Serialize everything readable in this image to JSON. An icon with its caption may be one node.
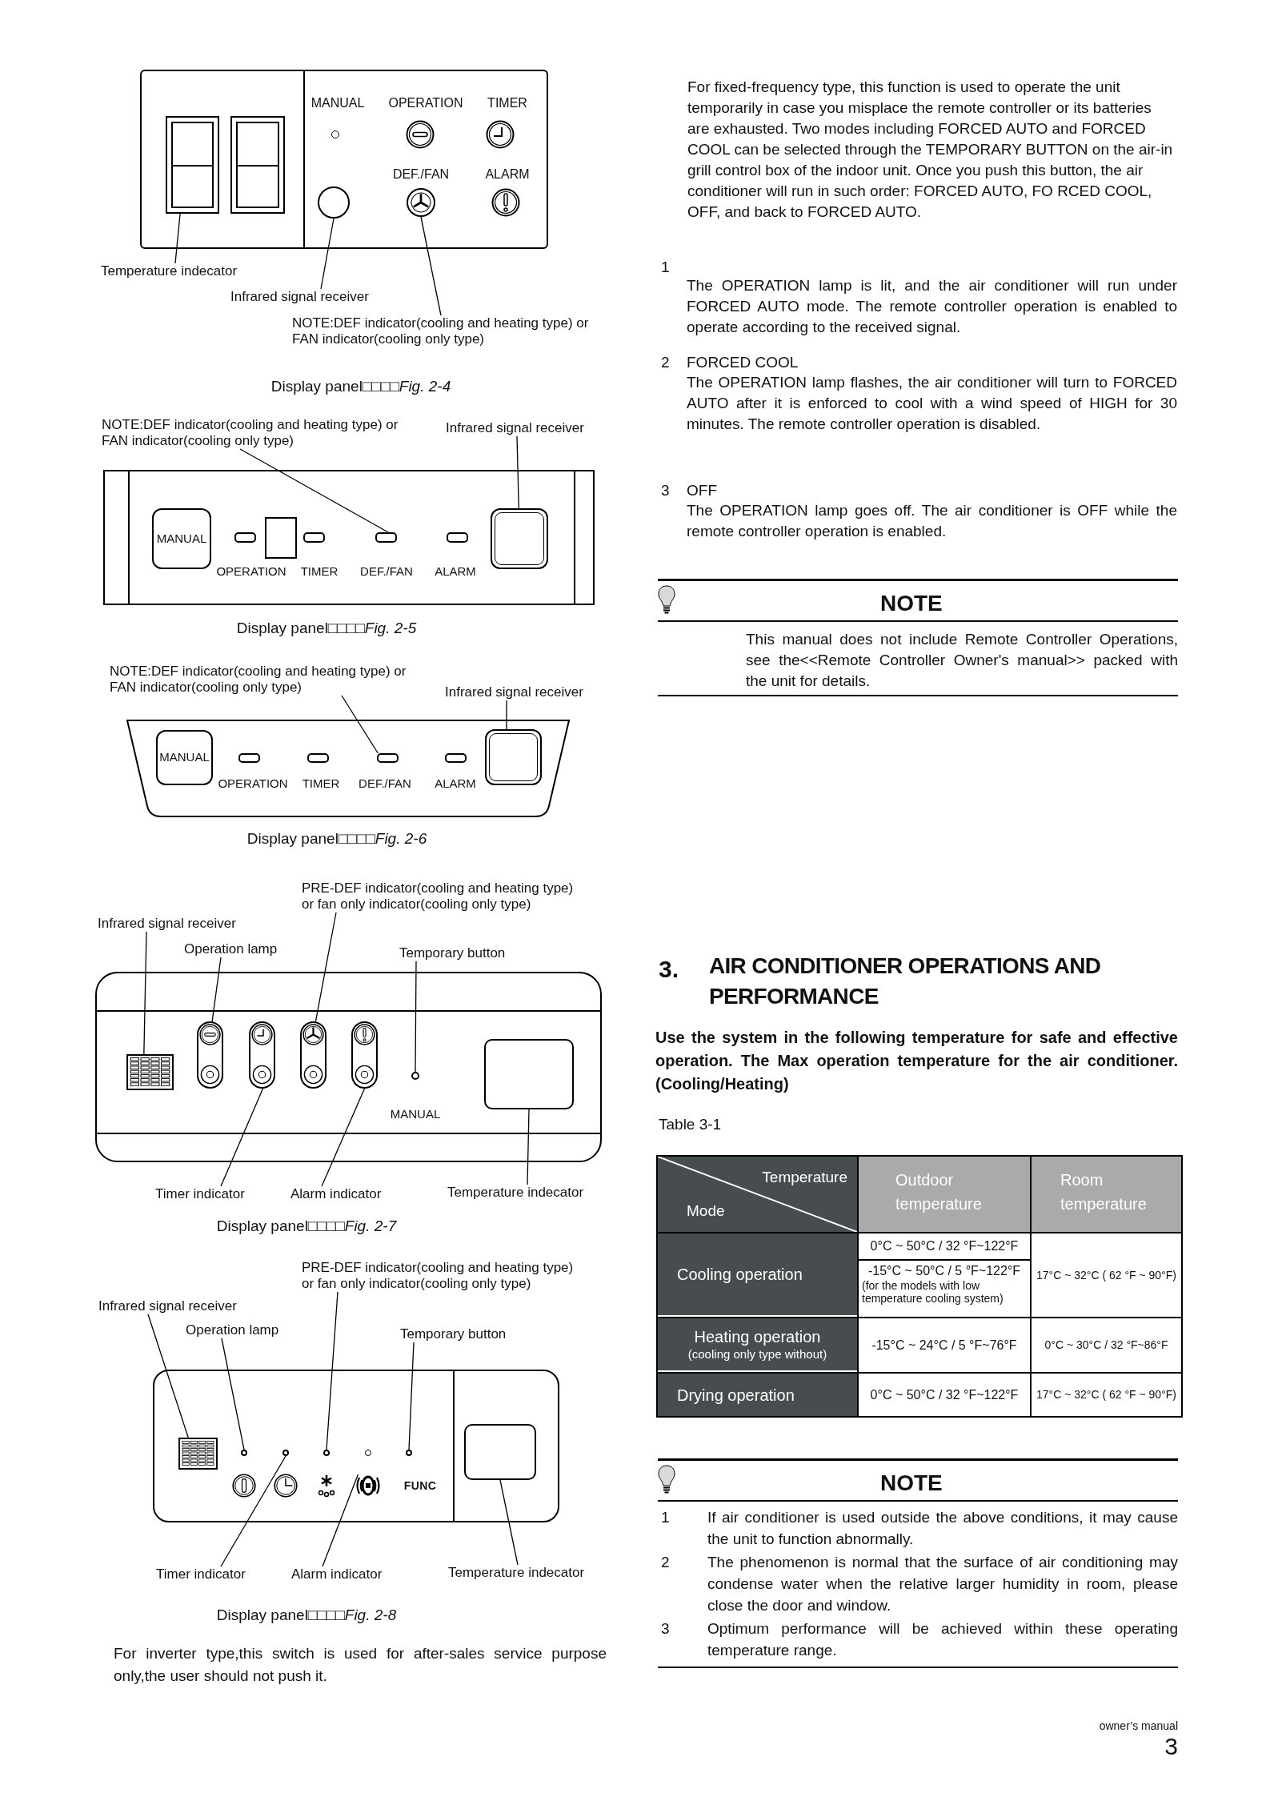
{
  "diagram": {
    "nodes": [
      {
        "text": [
          "MANUAL",
          "OPERATION",
          "TIMER",
          "DEF./FAN",
          "ALARM"
        ]
      },
      {
        "text": [],
        "shape": "box",
        "in": 0
      },
      {
        "text": [],
        "shape": "circle",
        "in": 0
      },
      {
        "text": [],
        "shape": "circle",
        "in": 0
      },
      {
        "text": [
          "Temperature indecator"
        ]
      },
      {
        "text": [
          "Infrared signal receiver"
        ]
      },
      {
        "text": [
          "NOTE:DEF indicator(cooling and heating type) or FAN indicator(cooling only type)"
        ]
      },
      {
        "text": [
          "OPERATION",
          "TIMER",
          "DEF./FAN",
          "ALARM"
        ]
      },
      {
        "text": [
          "MANUAL"
        ],
        "in": 7
      },
      {
        "text": [],
        "shape": "bar",
        "in": 7
      },
      {
        "text": [],
        "shape": "box",
        "in": 7
      },
      {
        "text": [
          "NOTE:DEF indicator(cooling and heating type) or FAN indicator(cooling only type)"
        ]
      },
      {
        "text": [
          "Infrared signal receiver"
        ]
      },
      {
        "text": [
          "OPERATION",
          "TIMER",
          "DEF./FAN",
          "ALARM"
        ]
      },
      {
        "text": [
          "MANUAL"
        ],
        "in": 13
      },
      {
        "text": [],
        "shape": "bar",
        "in": 13
      },
      {
        "text": [],
        "shape": "box",
        "in": 13
      },
      {
        "text": [
          "NOTE:DEF indicator(cooling and heating type) or FAN indicator(cooling only type)"
        ]
      },
      {
        "text": [
          "Infrared signal receiver"
        ]
      },
      {
        "text": [
          "MANUAL"
        ]
      },
      {
        "text": [],
        "shape": "box",
        "in": 19
      },
      {
        "text": [],
        "shape": "box",
        "in": 19
      },
      {
        "text": [],
        "shape": "box",
        "in": 19
      },
      {
        "text": [],
        "shape": "box",
        "in": 19
      },
      {
        "text": [],
        "shape": "box",
        "in": 19
      },
      {
        "text": [],
        "shape": "circle",
        "in": 19
      },
      {
        "text": [],
        "shape": "box",
        "in": 19
      },
      {
        "text": [
          "Infrared signal receiver"
        ]
      },
      {
        "text": [
          "Operation lamp"
        ]
      },
      {
        "text": [
          "PRE-DEF indicator(cooling and heating type) or fan only indicator(cooling only type)"
        ]
      },
      {
        "text": [
          "Temporary button"
        ]
      },
      {
        "text": [
          "Timer indicator"
        ]
      },
      {
        "text": [
          "Alarm indicator"
        ]
      },
      {
        "text": [
          "Temperature indecator"
        ]
      },
      {
        "text": [
          "FUNC"
        ]
      },
      {
        "text": [],
        "shape": "box",
        "in": 34
      },
      {
        "text": [],
        "shape": "circle",
        "in": 34
      },
      {
        "text": [],
        "shape": "circle",
        "in": 34
      },
      {
        "text": [],
        "shape": "circle",
        "in": 34
      },
      {
        "text": [],
        "shape": "picture",
        "in": 34
      },
      {
        "text": [],
        "shape": "circle",
        "in": 34
      },
      {
        "text": [],
        "shape": "box",
        "in": 34
      },
      {
        "text": [
          "Infrared signal receiver"
        ]
      },
      {
        "text": [
          "Operation lamp"
        ]
      },
      {
        "text": [
          "PRE-DEF indicator(cooling and heating type) or fan only indicator(cooling only type)"
        ]
      },
      {
        "text": [
          "Temporary button"
        ]
      },
      {
        "text": [
          "Timer indicator"
        ]
      },
      {
        "text": [
          "Alarm indicator"
        ]
      },
      {
        "text": [
          "Temperature indecator"
        ]
      },
      {
        "text": [],
        "shape": "box",
        "in": 0
      }
    ],
    "edges": [
      {
        "from": 4,
        "to": 1,
        "arrow": "none"
      },
      {
        "from": 5,
        "to": 2,
        "arrow": "none"
      },
      {
        "from": 6,
        "to": 3,
        "arrow": "none"
      },
      {
        "from": 11,
        "to": 9,
        "arrow": "none"
      },
      {
        "from": 12,
        "to": 10,
        "arrow": "none"
      },
      {
        "from": 17,
        "to": 15,
        "arrow": "none"
      },
      {
        "from": 18,
        "to": 16,
        "arrow": "none"
      },
      {
        "from": 27,
        "to": 20,
        "arrow": "none"
      },
      {
        "from": 28,
        "to": 21,
        "arrow": "none"
      },
      {
        "from": 29,
        "to": 23,
        "arrow": "none"
      },
      {
        "from": 30,
        "to": 25,
        "arrow": "none"
      },
      {
        "from": 31,
        "to": 22,
        "arrow": "none"
      },
      {
        "from": 32,
        "to": 24,
        "arrow": "none"
      },
      {
        "from": 33,
        "to": 26,
        "arrow": "none"
      },
      {
        "from": 42,
        "to": 35,
        "arrow": "none"
      },
      {
        "from": 43,
        "to": 36,
        "arrow": "none"
      },
      {
        "from": 44,
        "to": 38,
        "arrow": "none"
      },
      {
        "from": 45,
        "to": 40,
        "arrow": "none"
      },
      {
        "from": 46,
        "to": 37,
        "arrow": "none"
      },
      {
        "from": 47,
        "to": 39,
        "arrow": "none"
      },
      {
        "from": 48,
        "to": 41,
        "arrow": "none"
      }
    ],
    "labels": [
      "For inverter type,this switch is used for after-sales service purpose only,the user should not push it.",
      "For fixed-frequency type, this function is used to operate the unit temporarily in case you misplace the remote controller or its batteries are exhausted. Two modes including FORCED AUTO and FORCED COOL can be selected through the TEMPORARY BUTTON on the air-in grill control box of the indoor unit. Once you push this button, the air conditioner will run in such order: FORCED AUTO, FO RCED COOL, OFF, and back to FORCED AUTO.",
      "1",
      "The OPERATION lamp is lit, and the air conditioner will run under FORCED AUTO mode. The remote controller operation is enabled to operate according to the received signal.",
      "2",
      "FORCED COOL",
      "The OPERATION lamp flashes, the air conditioner will turn to FORCED AUTO after it is enforced to cool with a wind speed of HIGH for 30 minutes. The remote controller operation is disabled.",
      "3",
      "OFF",
      "The OPERATION lamp goes off. The air conditioner is OFF while the remote controller operation is enabled.",
      "NOTE",
      "This manual does not include Remote Controller Operations, see the<<Remote Controller Owner's manual>> packed with the unit for details.",
      "3.",
      "AIR CONDITIONER OPERATIONS AND PERFORMANCE",
      "Use the system in the following temperature for safe and effective operation. The Max operation temperature for the air conditioner.(Cooling/Heating)",
      "Table 3-1",
      "Temperature",
      "Mode",
      "Outdoor temperature",
      "Room temperature",
      "Cooling operation",
      "0°C ~ 50°C / 32 °F~122°F",
      "17°C ~ 32°C ( 62 °F ~ 90°F)",
      "-15°C ~ 50°C / 5 °F~122°F",
      "(for the models with low temperature cooling system)",
      "Heating operation",
      "(cooling only type without)",
      "-15°C ~ 24°C / 5 °F~76°F",
      "0°C ~ 30°C / 32 °F~86°F",
      "Drying operation",
      "0°C ~ 50°C / 32 °F~122°F",
      "17°C ~ 32°C ( 62 °F ~ 90°F)",
      "NOTE",
      "1",
      "If air conditioner is used outside the above conditions, it may cause the unit to function abnormally.",
      "2",
      "The phenomenon is normal that the surface of air conditioning may condense water when the relative larger humidity in room, please close the door and window.",
      "3",
      "Optimum performance will be achieved within these operating temperature range.",
      "owner’s manual",
      "3",
      "Display panel□□□□*Fig. 2-4*",
      "Display panel□□□□*Fig. 2-5*",
      "Display panel□□□□*Fig. 2-6*",
      "Display panel□□□□*Fig. 2-7*",
      "Display panel□□□□*Fig. 2-8*"
    ]
  }
}
